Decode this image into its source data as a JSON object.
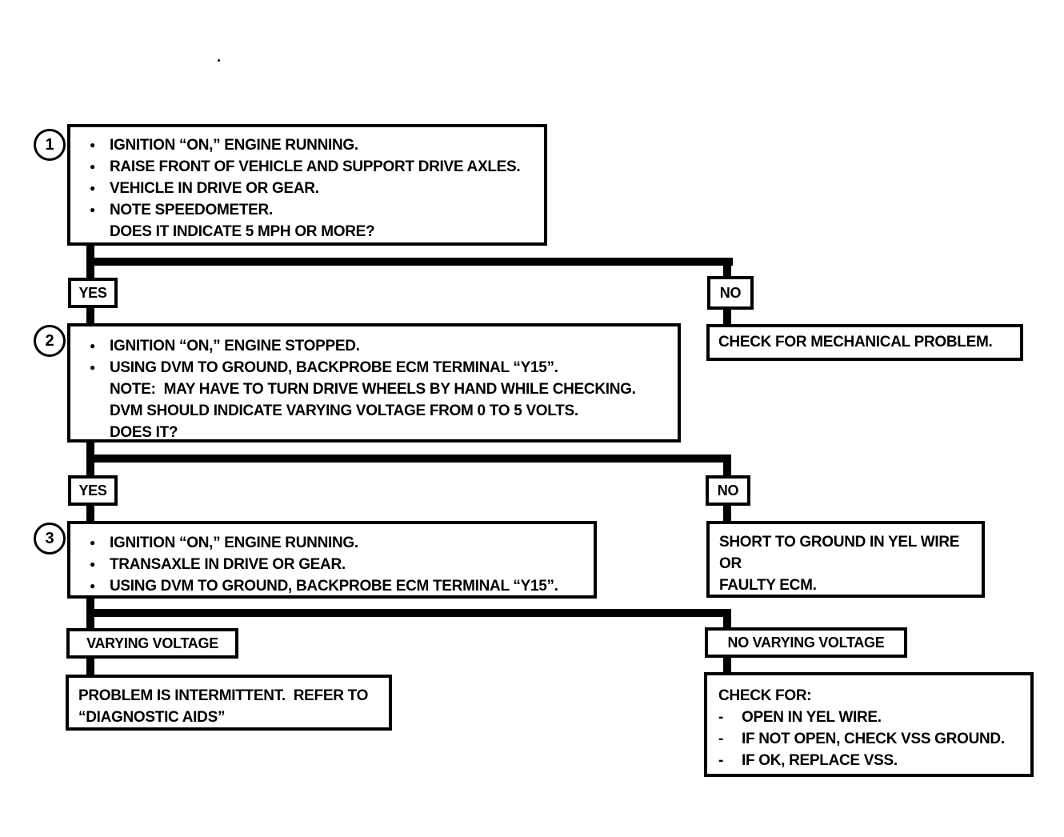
{
  "colors": {
    "ink": "#000000",
    "paper": "#ffffff"
  },
  "icons": {
    "bullet": "●",
    "dash": "-"
  },
  "flow": {
    "step1": {
      "number": "1",
      "lines": [
        "IGNITION “ON,” ENGINE RUNNING.",
        "RAISE FRONT OF VEHICLE AND SUPPORT DRIVE AXLES.",
        "VEHICLE IN DRIVE OR GEAR.",
        "NOTE SPEEDOMETER.",
        "DOES IT INDICATE 5 MPH OR MORE?"
      ]
    },
    "branch1": {
      "yes": "YES",
      "no": "NO",
      "no_result": "CHECK FOR MECHANICAL PROBLEM."
    },
    "step2": {
      "number": "2",
      "lines": [
        "IGNITION “ON,” ENGINE STOPPED.",
        "USING DVM TO GROUND, BACKPROBE ECM TERMINAL “Y15”.",
        "NOTE:  MAY HAVE TO TURN DRIVE WHEELS BY HAND WHILE CHECKING.",
        "DVM SHOULD INDICATE VARYING VOLTAGE FROM 0 TO 5 VOLTS.",
        "DOES IT?"
      ]
    },
    "branch2": {
      "yes": "YES",
      "no": "NO",
      "no_result_lines": [
        "SHORT TO GROUND IN YEL WIRE",
        "OR",
        "FAULTY ECM."
      ]
    },
    "step3": {
      "number": "3",
      "lines": [
        "IGNITION “ON,” ENGINE RUNNING.",
        "TRANSAXLE IN DRIVE OR GEAR.",
        "USING DVM TO GROUND, BACKPROBE ECM TERMINAL “Y15”."
      ]
    },
    "branch3": {
      "yes": "VARYING VOLTAGE",
      "no": "NO VARYING VOLTAGE",
      "yes_result_lines": [
        "PROBLEM IS INTERMITTENT.  REFER TO",
        "“DIAGNOSTIC AIDS”"
      ],
      "no_result": {
        "title": "CHECK FOR:",
        "items": [
          "OPEN IN YEL WIRE.",
          "IF NOT OPEN, CHECK VSS GROUND.",
          "IF OK, REPLACE VSS."
        ]
      }
    }
  }
}
